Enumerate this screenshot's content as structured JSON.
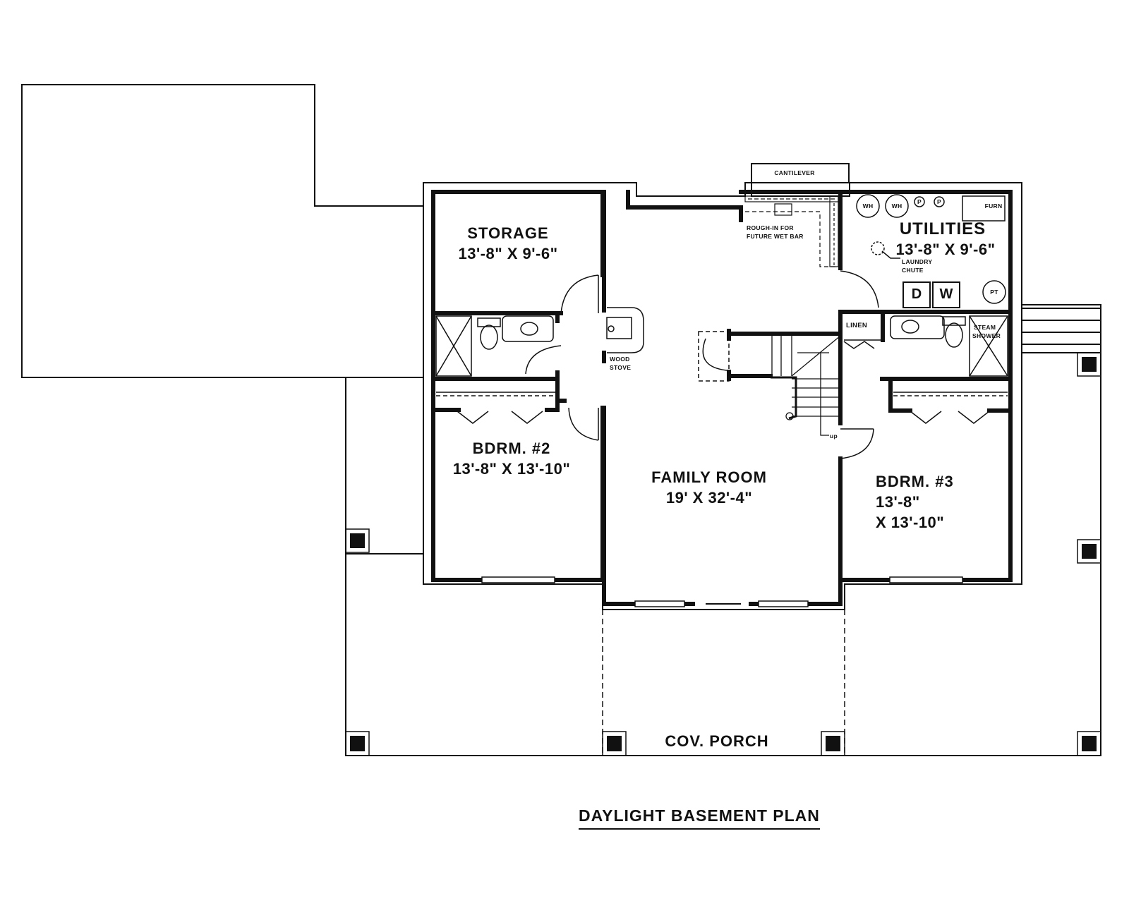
{
  "plan_title": "DAYLIGHT BASEMENT PLAN",
  "colors": {
    "line": "#111111",
    "background": "#ffffff"
  },
  "rooms": {
    "storage": {
      "name": "STORAGE",
      "dims": "13'-8\" X 9'-6\""
    },
    "bedroom2": {
      "name": "BDRM. #2",
      "dims": "13'-8\" X 13'-10\""
    },
    "family_room": {
      "name": "FAMILY ROOM",
      "dims": "19' X 32'-4\""
    },
    "bedroom3": {
      "name": "BDRM. #3",
      "dims_line1": "13'-8\"",
      "dims_line2": "X 13'-10\""
    },
    "utilities": {
      "name": "UTILITIES",
      "dims": "13'-8\" X 9'-6\""
    },
    "porch": {
      "name": "COV. PORCH"
    }
  },
  "annotations": {
    "cantilever": "CANTILEVER",
    "wet_bar_line1": "ROUGH-IN FOR",
    "wet_bar_line2": "FUTURE WET BAR",
    "laundry_line1": "LAUNDRY",
    "laundry_line2": "CHUTE",
    "wood_stove_line1": "WOOD",
    "wood_stove_line2": "STOVE",
    "linen": "LINEN",
    "steam_line1": "STEAM",
    "steam_line2": "SHOWER",
    "stairs_up": "up"
  },
  "fixtures": {
    "water_heater_1": "WH",
    "water_heater_2": "WH",
    "pump_1": "P",
    "pump_2": "P",
    "furnace": "FURN",
    "pressure_tank": "PT",
    "dryer": "D",
    "washer": "W"
  }
}
